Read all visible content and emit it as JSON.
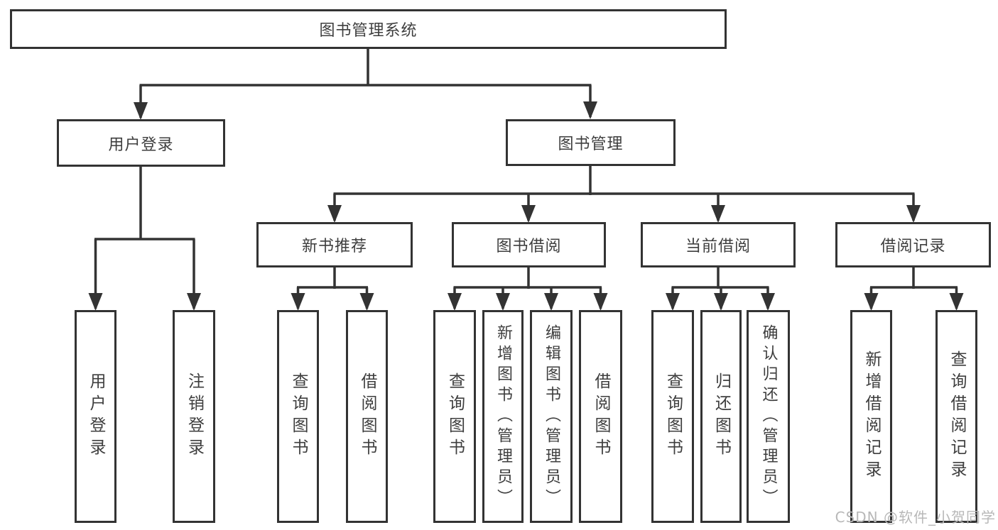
{
  "diagram": {
    "tree": {
      "label": "图书管理系统",
      "children": [
        {
          "label": "用户登录",
          "children": [
            {
              "label": "用户登录"
            },
            {
              "label": "注销登录"
            }
          ]
        },
        {
          "label": "图书管理",
          "children": [
            {
              "label": "新书推荐",
              "children": [
                {
                  "label": "查询图书"
                },
                {
                  "label": "借阅图书"
                }
              ]
            },
            {
              "label": "图书借阅",
              "children": [
                {
                  "label": "查询图书"
                },
                {
                  "label": "新增图书（管理员）"
                },
                {
                  "label": "编辑图书（管理员）"
                },
                {
                  "label": "借阅图书"
                }
              ]
            },
            {
              "label": "当前借阅",
              "children": [
                {
                  "label": "查询图书"
                },
                {
                  "label": "归还图书"
                },
                {
                  "label": "确认归还（管理员）"
                }
              ]
            },
            {
              "label": "借阅记录",
              "children": [
                {
                  "label": "新增借阅记录"
                },
                {
                  "label": "查询借阅记录"
                }
              ]
            }
          ]
        }
      ]
    },
    "watermark": "CSDN @软件_小贺同学",
    "colors": {
      "line": "#333333",
      "text": "#3e3e3e",
      "watermark": "#b8b8b8",
      "background": "#ffffff"
    }
  }
}
